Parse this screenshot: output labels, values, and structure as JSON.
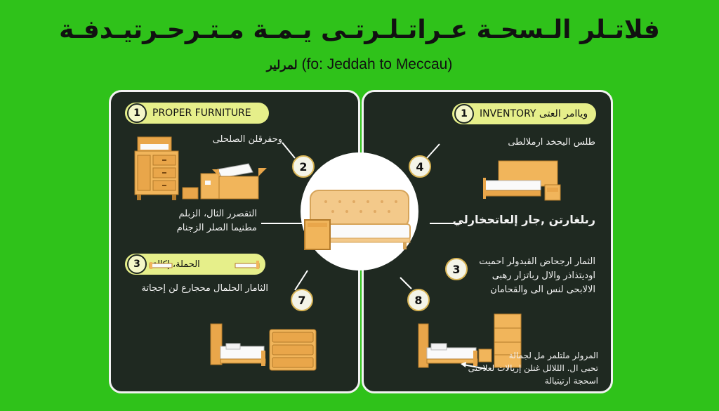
{
  "header": {
    "title": "فلاتـلر الـسحـة عـراتـلـرتـى يـمـة مـتـرحـرتيـدفـة",
    "subtitle_prefix_rtl": "لمرلير",
    "subtitle": "(fo: Jeddah to Meccau)"
  },
  "left_panel": {
    "pill_1": {
      "num": "1",
      "label": "PROPER FURNITURE"
    },
    "text_a": "وحفرقلن الصلحلى",
    "text_b": [
      "التقصرر الثال، الزبلم",
      "مطنيما الصلر الزجنام"
    ],
    "pill_3": {
      "num": "3",
      "label": "الحملة، إكالة"
    },
    "text_c": "الثامار الحلمال محجارع لن إحجاتة",
    "badge_2": "2",
    "badge_7": "7"
  },
  "right_panel": {
    "pill_1": {
      "num": "1",
      "label": "INVENTORY وياامر العتى"
    },
    "text_a": "طلس اليحخد ارملالطى",
    "text_b": "رىلغارتن ,جار إلعاتحخارلي",
    "text_c": [
      "الثمار ارجحاض القبدولر احميت",
      "اوديتذاذر والال رباتزار رهبى",
      "الالابحى لنس الى والقحامان"
    ],
    "text_d": [
      "المرولر ملتلمر مل لجمالة",
      "تحبى ال. الللالل غتلن إريالات لعلاحتى",
      "اسحجة ارتيتيالة"
    ],
    "badge_3": "3",
    "badge_4": "4",
    "badge_8": "8"
  },
  "colors": {
    "background": "#2fc21a",
    "panel": "#1f2921",
    "pill": "#e6ef8a",
    "wood": "#f1b55b"
  }
}
